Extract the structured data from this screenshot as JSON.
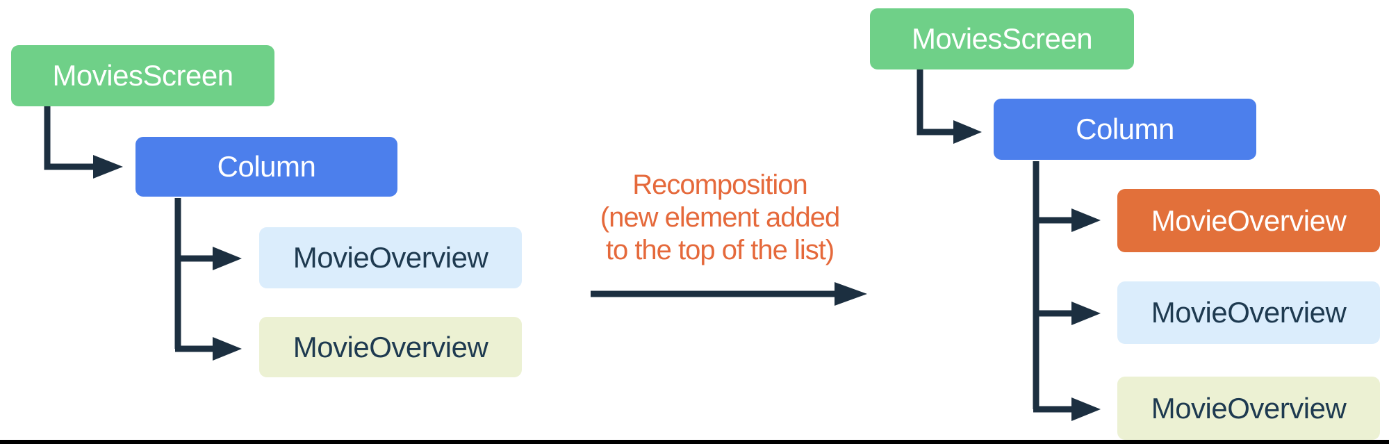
{
  "diagram": {
    "caption": {
      "line1": "Recomposition",
      "line2": "(new element added",
      "line3": "to the top of the list)"
    },
    "left_tree": {
      "nodes": [
        {
          "label": "MoviesScreen",
          "color": "#6FD088",
          "role": "root"
        },
        {
          "label": "Column",
          "color": "#4C7FEC",
          "role": "child-of-root"
        },
        {
          "label": "MovieOverview",
          "color": "#DBEDFC",
          "role": "list-item-1"
        },
        {
          "label": "MovieOverview",
          "color": "#ECF1D3",
          "role": "list-item-2"
        }
      ]
    },
    "right_tree": {
      "nodes": [
        {
          "label": "MoviesScreen",
          "color": "#6FD088",
          "role": "root"
        },
        {
          "label": "Column",
          "color": "#4C7FEC",
          "role": "child-of-root"
        },
        {
          "label": "MovieOverview",
          "color": "#E2703A",
          "role": "new-list-item",
          "highlighted": true
        },
        {
          "label": "MovieOverview",
          "color": "#DBEDFC",
          "role": "list-item-1"
        },
        {
          "label": "MovieOverview",
          "color": "#ECF1D3",
          "role": "list-item-2"
        }
      ]
    },
    "colors": {
      "caption_text": "#E5693B",
      "connector": "#1C2F40",
      "dark_node_text": "#1E3A50",
      "bottom_bar": "#000000"
    }
  }
}
